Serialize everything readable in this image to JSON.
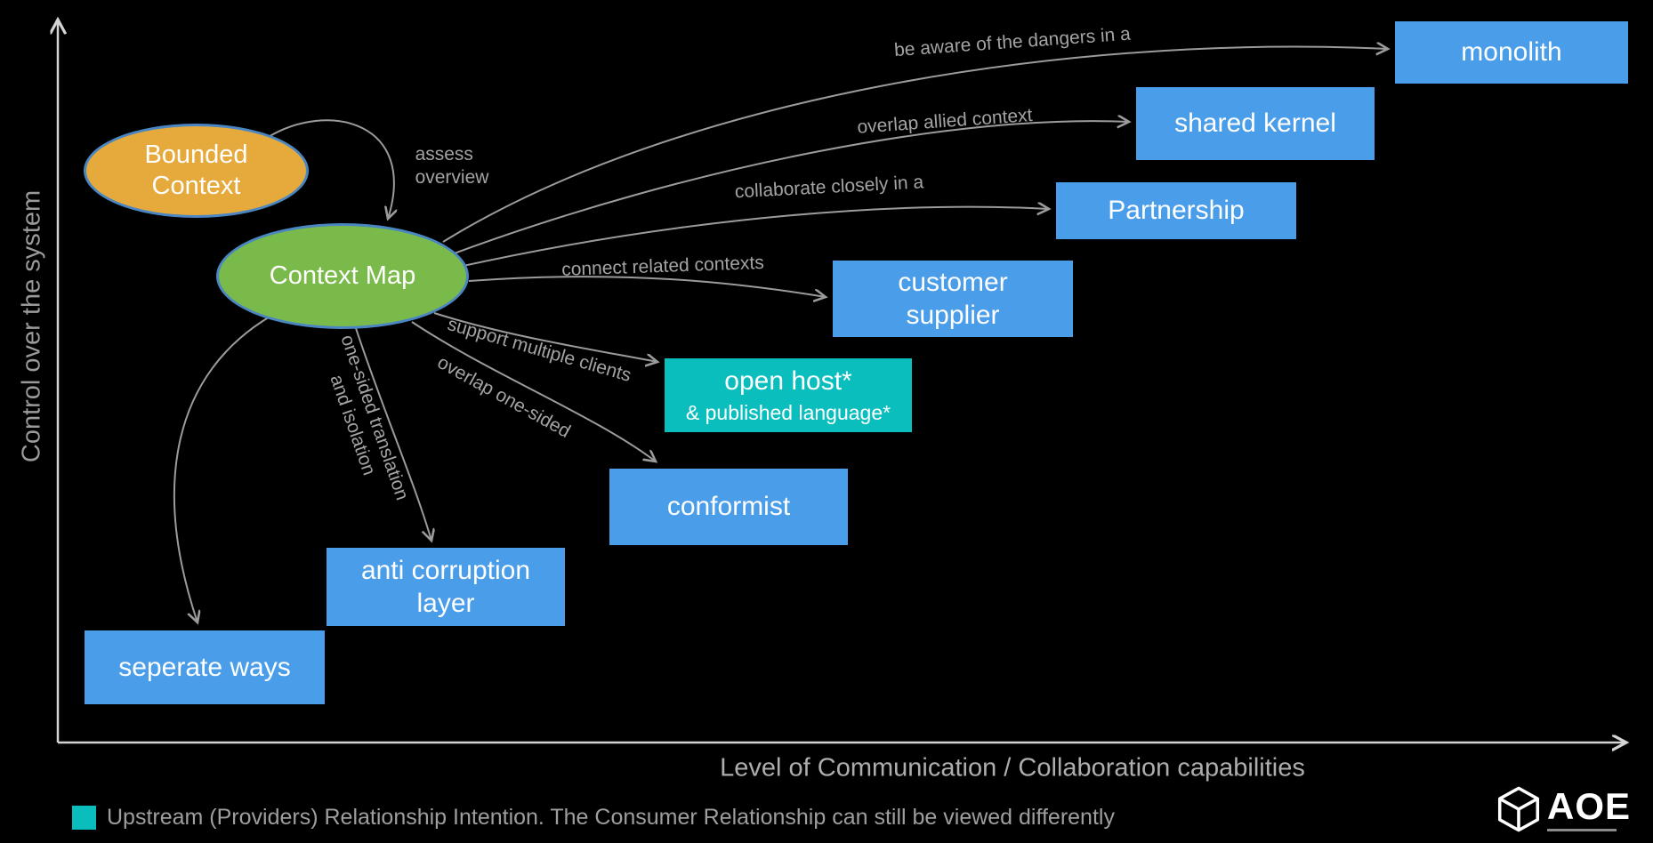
{
  "title": "Context Map relationship diagram",
  "colors": {
    "background": "#000000",
    "box_blue": "#4A9DE8",
    "box_teal": "#0BBEBE",
    "ellipse_orange": "#E6A93C",
    "ellipse_green": "#7ABA4A",
    "arrow_gray": "#9B9B9B",
    "axis_gray": "#D4D4D4",
    "label_gray": "#A3A3A3"
  },
  "axes": {
    "y_label": "Control over the system",
    "x_label": "Level of Communication / Collaboration capabilities"
  },
  "nodes": {
    "bounded_context": "Bounded\nContext",
    "context_map": "Context Map"
  },
  "boxes": {
    "monolith": "monolith",
    "shared_kernel": "shared kernel",
    "partnership": "Partnership",
    "customer_supplier": "customer\nsupplier",
    "open_host_title": "open host*",
    "open_host_subtitle": "& published language*",
    "conformist": "conformist",
    "anti_corruption": "anti corruption\nlayer",
    "seperate_ways": "seperate ways"
  },
  "edge_labels": {
    "monolith": "be aware of the dangers in a",
    "shared_kernel": "overlap allied context",
    "partnership": "collaborate closely in a",
    "customer_supplier": "connect related contexts",
    "open_host": "support multiple clients",
    "conformist": "overlap one-sided",
    "anti_corruption": "one-sided translation\nand isolation",
    "assess": "assess\noverview"
  },
  "legend": {
    "text": "Upstream (Providers) Relationship Intention. The Consumer Relationship can still be viewed differently"
  },
  "logo": {
    "text": "AOE"
  }
}
